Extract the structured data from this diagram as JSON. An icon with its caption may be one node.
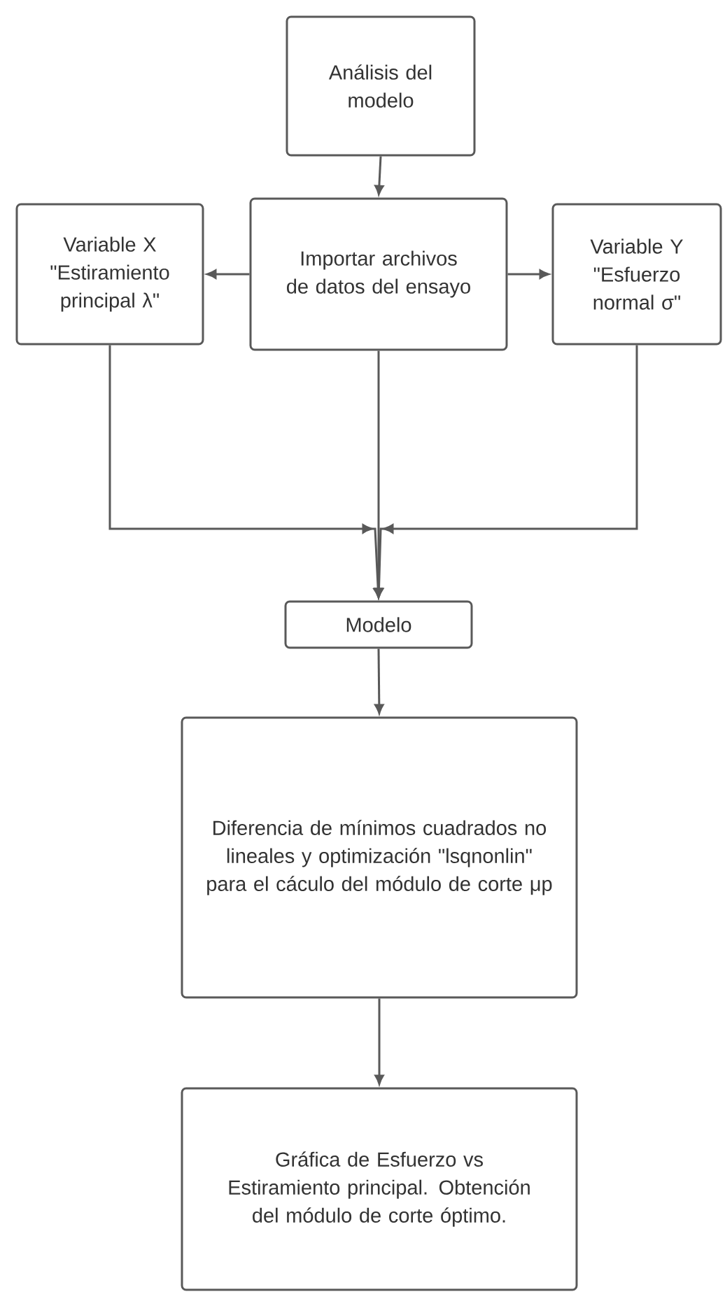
{
  "diagram": {
    "nodes": [
      {
        "text": [
          "Análisis del modelo"
        ]
      },
      {
        "text": [
          "Importar archivos de datos del ensayo"
        ]
      },
      {
        "text": [
          "Variable X \"Estiramiento principal λ\""
        ]
      },
      {
        "text": [
          "Variable Y \"Esfuerzo normal σ\""
        ]
      },
      {
        "text": [
          "Modelo"
        ]
      },
      {
        "text": [
          "Diferencia de mínimos cuadrados no lineales y optimización \"lsqnonlin\" para el cáculo del módulo de corte μp"
        ]
      },
      {
        "text": [
          "Gráfica de Esfuerzo vs Estiramiento principal. Obtención del módulo de corte óptimo."
        ]
      }
    ],
    "edges": [
      {
        "from": 0,
        "to": 1,
        "arrow": "to"
      },
      {
        "from": 1,
        "to": 2,
        "arrow": "to"
      },
      {
        "from": 1,
        "to": 3,
        "arrow": "to"
      },
      {
        "from": 1,
        "to": 4,
        "arrow": "to"
      },
      {
        "from": 2,
        "to": 4,
        "arrow": "to"
      },
      {
        "from": 3,
        "to": 4,
        "arrow": "to"
      },
      {
        "from": 4,
        "to": 5,
        "arrow": "to"
      },
      {
        "from": 5,
        "to": 6,
        "arrow": "to"
      }
    ]
  }
}
